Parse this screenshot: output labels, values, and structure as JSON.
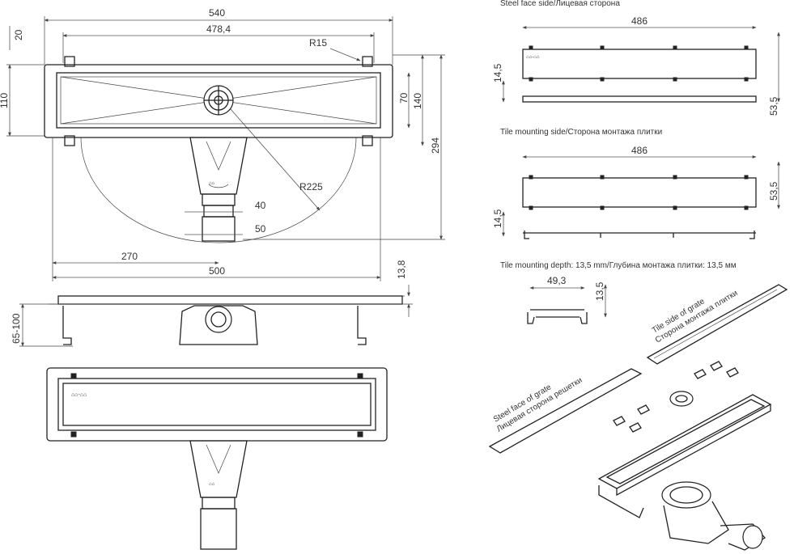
{
  "dimensions": {
    "overall_width": "540",
    "inner_width": "478,4",
    "top_offset": "20",
    "radius_corner": "R15",
    "height_left": "110",
    "height_inner": "70",
    "height_outer": "140",
    "total_depth": "294",
    "radius_sweep": "R225",
    "pipe_40": "40",
    "pipe_50": "50",
    "half_width": "270",
    "base_width": "500",
    "frame_height": "13,8",
    "adjust_range": "65-100"
  },
  "views": {
    "steel_face": {
      "title": "Steel face side/Лицевая сторона",
      "length": "486",
      "left_height": "14,5",
      "right_height": "53,5"
    },
    "tile_side": {
      "title": "Tile mounting side/Сторона монтажа плитки",
      "length": "486",
      "right_height": "53,5",
      "left_height": "14,5"
    },
    "tile_depth": {
      "title": "Tile mounting depth: 13,5 mm/Глубина монтажа плитки: 13,5 мм",
      "width": "49,3",
      "depth": "13,5"
    }
  },
  "exploded_labels": {
    "tile_side_en": "Tile side of grate",
    "tile_side_ru": "Сторона монтажа плитки",
    "steel_face_en": "Steel face of grate",
    "steel_face_ru": "Лицевая сторона решетки"
  }
}
